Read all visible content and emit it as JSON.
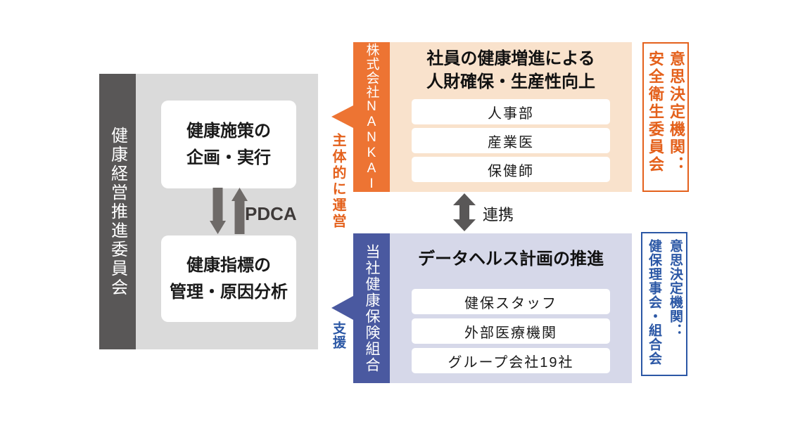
{
  "colors": {
    "committee_bar": "#595757",
    "committee_panel": "#dadada",
    "company_accent": "#ed7433",
    "company_panel": "#f9e2cc",
    "company_label": "#e4611c",
    "union_accent": "#4a59a0",
    "union_panel": "#d6d8e9",
    "union_label": "#2b57a5",
    "arrow_gray": "#6e6a68"
  },
  "committee": {
    "bar_label": "健康経営推進委員会",
    "plan_box": "健康施策の\n企画・実行",
    "analysis_box": "健康指標の\n管理・原因分析",
    "cycle_label": "PDCA"
  },
  "company": {
    "bar_label": "株式会社NANKAI",
    "role_label": "主体的に運営",
    "title": "社員の健康増進による\n人財確保・生産性向上",
    "members": [
      "人事部",
      "産業医",
      "保健師"
    ],
    "decision_label": "意思決定機関：\n安全衛生委員会"
  },
  "link_label": "連携",
  "union": {
    "bar_label": "当社健康保険組合",
    "role_label": "支援",
    "title": "データヘルス計画の推進",
    "members": [
      "健保スタッフ",
      "外部医療機関",
      "グループ会社19社"
    ],
    "decision_label": "意思決定機関：\n健保理事会・組合会"
  }
}
